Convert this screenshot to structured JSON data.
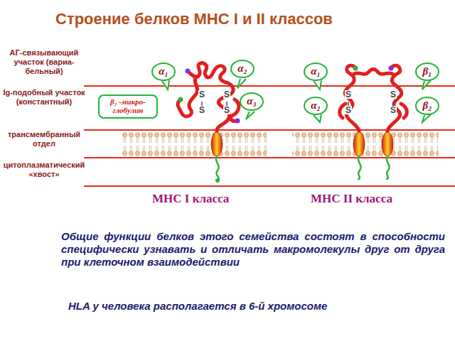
{
  "diagram": {
    "title": "Строение белков МНС I и II классов",
    "nodes": [
      {
        "text": [
          "α₁"
        ]
      },
      {
        "text": [
          "α₂"
        ]
      },
      {
        "text": [
          "β₂ -микро-глобулин"
        ]
      },
      {
        "text": [
          "α₃"
        ]
      },
      {
        "text": [
          "α₁"
        ]
      },
      {
        "text": [
          "β₁"
        ]
      },
      {
        "text": [
          "α₂"
        ]
      },
      {
        "text": [
          "β₂"
        ]
      }
    ],
    "labels": [
      "АГ-связывающий участок (вариа-бельный)",
      "Ig-подобный участок (константный)",
      "трансмембранный отдел",
      "цитоплазматический «хвост»",
      "S",
      "S",
      "S",
      "S",
      "S",
      "S",
      "S",
      "S",
      "МНС I класса",
      "МНС II класса",
      "Общие функции белков этого семейства состоят в способности специфически узнавать и отличать макромолекулы друг от друга при клеточном взаимодействии",
      "HLA у человека располагается в 6-й хромосоме"
    ]
  }
}
